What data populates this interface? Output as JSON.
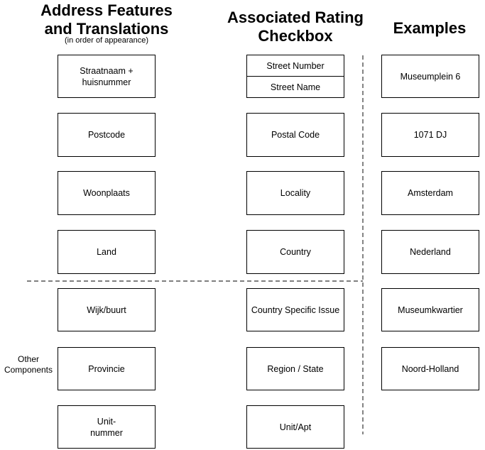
{
  "headers": {
    "features": "Address Features\nand Translations",
    "features_sub": "(in order of appearance)",
    "rating": "Associated Rating\nCheckbox",
    "examples": "Examples"
  },
  "features": [
    "Straatnaam +\nhuisnummer",
    "Postcode",
    "Woonplaats",
    "Land",
    "Wijk/buurt",
    "Provincie",
    "Unit-\nnummer"
  ],
  "ratings": [
    [
      "Street Number",
      "Street Name"
    ],
    [
      "Postal Code"
    ],
    [
      "Locality"
    ],
    [
      "Country"
    ],
    [
      "Country Specific Issue"
    ],
    [
      "Region / State"
    ],
    [
      "Unit/Apt"
    ]
  ],
  "examples": [
    "Museumplein 6",
    "1071 DJ",
    "Amsterdam",
    "Nederland",
    "Museumkwartier",
    "Noord-Holland"
  ],
  "side_label": "Other\nComponents"
}
